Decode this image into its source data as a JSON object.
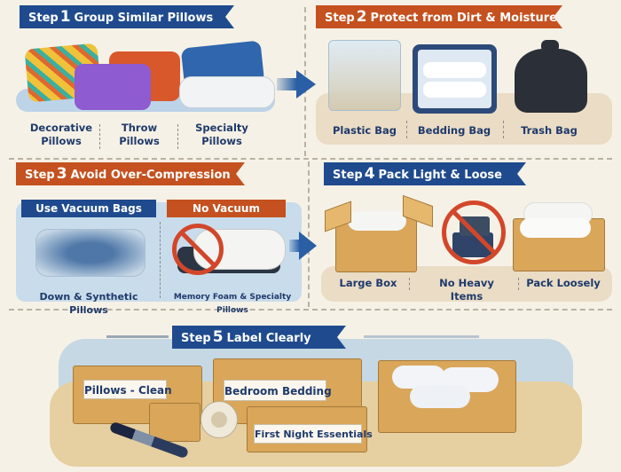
{
  "step1": {
    "step_label": "Step",
    "number": "1",
    "title": "Group Similar Pillows",
    "items": [
      {
        "line1": "Decorative",
        "line2": "Pillows"
      },
      {
        "line1": "Throw",
        "line2": "Pillows"
      },
      {
        "line1": "Specialty",
        "line2": "Pillows"
      }
    ]
  },
  "step2": {
    "step_label": "Step",
    "number": "2",
    "title": "Protect from Dirt & Moisture",
    "items": [
      "Plastic Bag",
      "Bedding Bag",
      "Trash Bag"
    ]
  },
  "step3": {
    "step_label": "Step",
    "number": "3",
    "title": "Avoid Over-Compression",
    "left_header": "Use Vacuum Bags",
    "right_header": "No Vacuum",
    "left_caption": "Down & Synthetic Pillows",
    "right_caption": "Memory Foam & Specialty Pillows"
  },
  "step4": {
    "step_label": "Step",
    "number": "4",
    "title": "Pack Light & Loose",
    "items": [
      "Large Box",
      "No Heavy Items",
      "Pack Loosely"
    ]
  },
  "step5": {
    "step_label": "Step",
    "number": "5",
    "title": "Label Clearly",
    "box_labels": [
      "Pillows - Clean",
      "Bedroom Bedding",
      "First Night Essentials"
    ]
  },
  "colors": {
    "background": "#f6f1e6",
    "banner_blue": "#1f4b8e",
    "banner_orange": "#c4511f",
    "text_navy": "#1f3a6b",
    "box_tan": "#d9a65a",
    "prohibit_red": "#d2472a"
  }
}
